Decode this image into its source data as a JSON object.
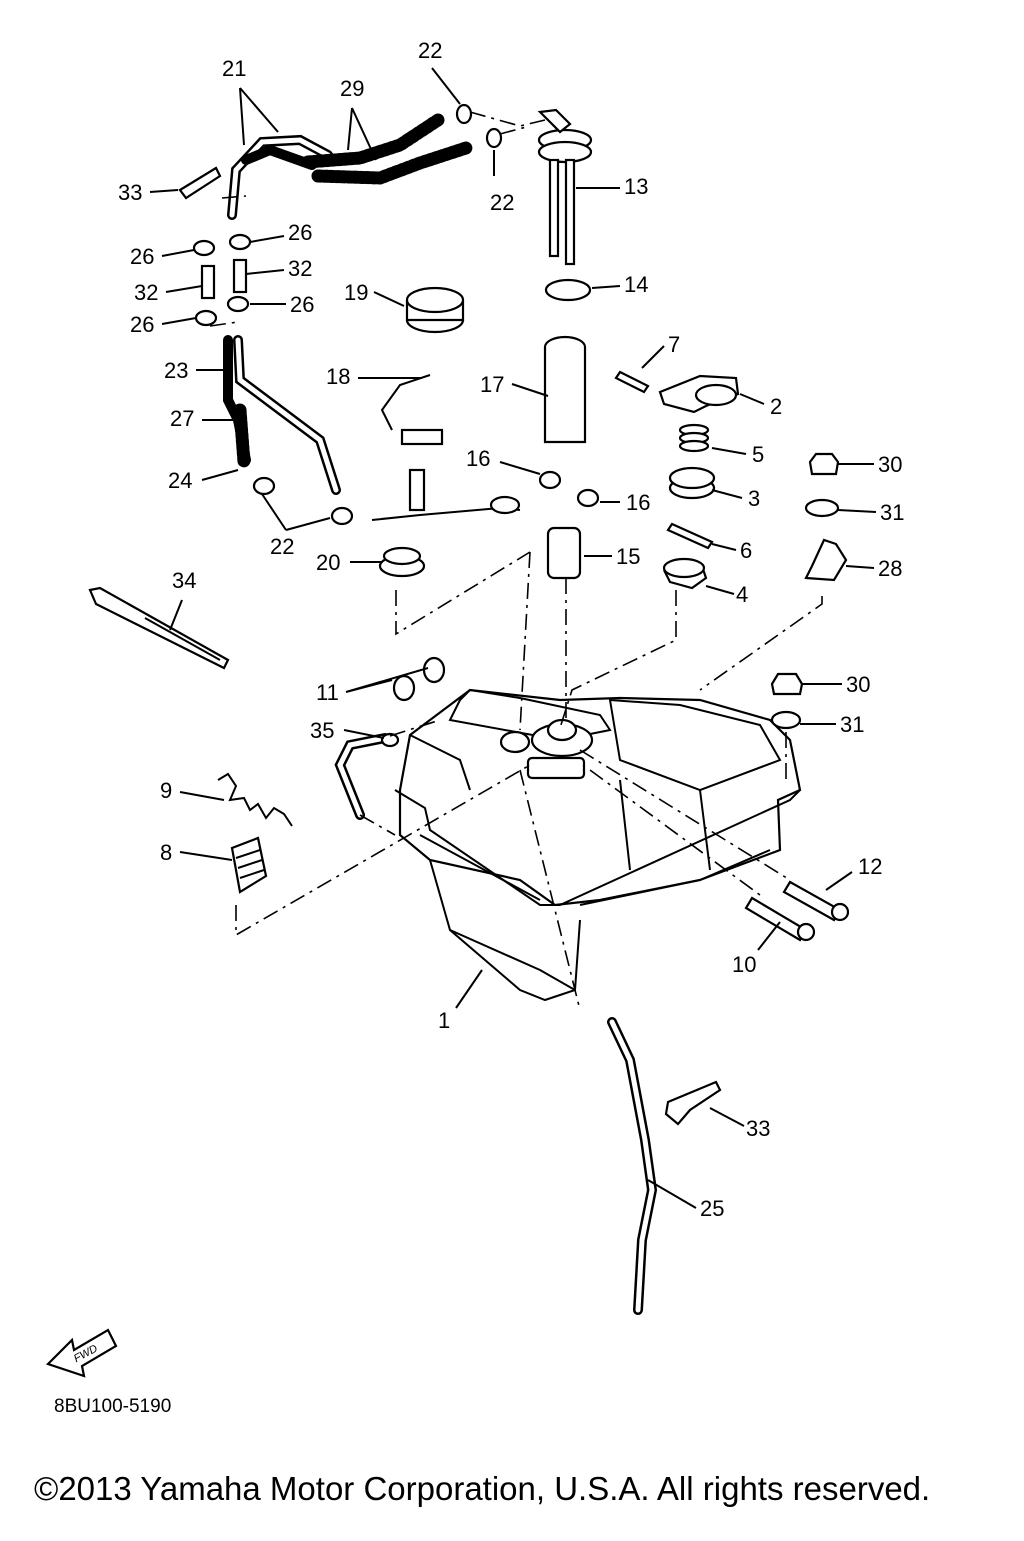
{
  "diagram": {
    "ref_code": "8BU100-5190",
    "copyright": "©2013 Yamaha Motor Corporation, U.S.A. All rights reserved.",
    "fwd_label": "FWD",
    "labels": [
      {
        "id": "1",
        "text": "1"
      },
      {
        "id": "2",
        "text": "2"
      },
      {
        "id": "3",
        "text": "3"
      },
      {
        "id": "4",
        "text": "4"
      },
      {
        "id": "5",
        "text": "5"
      },
      {
        "id": "6",
        "text": "6"
      },
      {
        "id": "7",
        "text": "7"
      },
      {
        "id": "8",
        "text": "8"
      },
      {
        "id": "9",
        "text": "9"
      },
      {
        "id": "10",
        "text": "10"
      },
      {
        "id": "11",
        "text": "11"
      },
      {
        "id": "12",
        "text": "12"
      },
      {
        "id": "13",
        "text": "13"
      },
      {
        "id": "14",
        "text": "14"
      },
      {
        "id": "15",
        "text": "15"
      },
      {
        "id": "16a",
        "text": "16"
      },
      {
        "id": "16b",
        "text": "16"
      },
      {
        "id": "17",
        "text": "17"
      },
      {
        "id": "18",
        "text": "18"
      },
      {
        "id": "19",
        "text": "19"
      },
      {
        "id": "20",
        "text": "20"
      },
      {
        "id": "21",
        "text": "21"
      },
      {
        "id": "22a",
        "text": "22"
      },
      {
        "id": "22b",
        "text": "22"
      },
      {
        "id": "22c",
        "text": "22"
      },
      {
        "id": "23",
        "text": "23"
      },
      {
        "id": "24",
        "text": "24"
      },
      {
        "id": "25",
        "text": "25"
      },
      {
        "id": "26a",
        "text": "26"
      },
      {
        "id": "26b",
        "text": "26"
      },
      {
        "id": "26c",
        "text": "26"
      },
      {
        "id": "26d",
        "text": "26"
      },
      {
        "id": "27",
        "text": "27"
      },
      {
        "id": "28",
        "text": "28"
      },
      {
        "id": "29",
        "text": "29"
      },
      {
        "id": "30a",
        "text": "30"
      },
      {
        "id": "30b",
        "text": "30"
      },
      {
        "id": "31a",
        "text": "31"
      },
      {
        "id": "31b",
        "text": "31"
      },
      {
        "id": "32a",
        "text": "32"
      },
      {
        "id": "32b",
        "text": "32"
      },
      {
        "id": "33a",
        "text": "33"
      },
      {
        "id": "33b",
        "text": "33"
      },
      {
        "id": "34",
        "text": "34"
      },
      {
        "id": "35",
        "text": "35"
      }
    ]
  }
}
